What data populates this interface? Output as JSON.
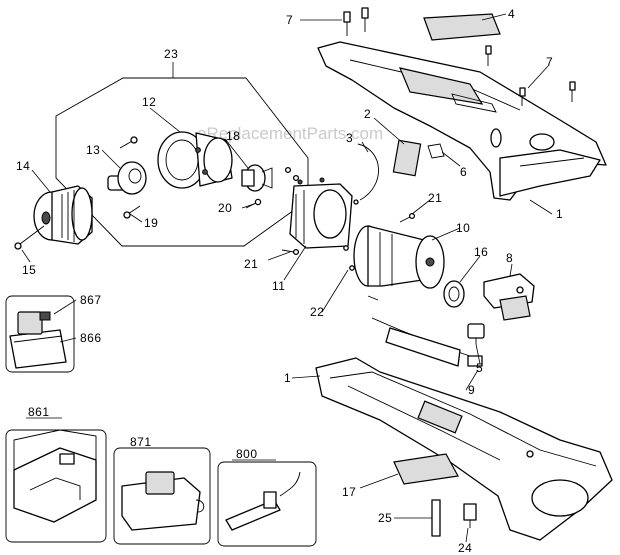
{
  "watermark": "eReplacementParts.com",
  "callouts": {
    "c1a": "1",
    "c1b": "1",
    "c2": "2",
    "c3": "3",
    "c4": "4",
    "c5": "5",
    "c6": "6",
    "c7a": "7",
    "c7b": "7",
    "c8": "8",
    "c9": "9",
    "c10": "10",
    "c11": "11",
    "c12": "12",
    "c13": "13",
    "c14": "14",
    "c15": "15",
    "c16": "16",
    "c17": "17",
    "c18": "18",
    "c19": "19",
    "c20": "20",
    "c21a": "21",
    "c21b": "21",
    "c22": "22",
    "c23": "23",
    "c24": "24",
    "c25": "25",
    "c800": "800",
    "c861": "861",
    "c866": "866",
    "c867": "867",
    "c871": "871"
  }
}
